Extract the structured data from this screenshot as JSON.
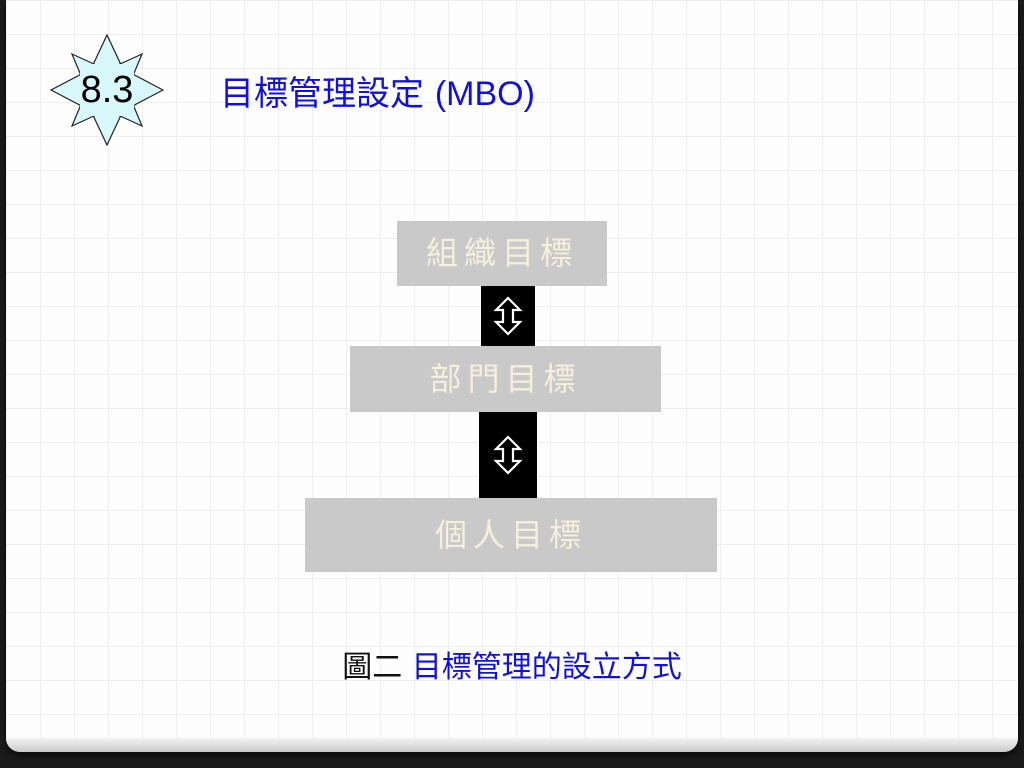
{
  "badge": {
    "label": "8.3"
  },
  "title": {
    "main": "目標管理設定",
    "suffix": "(MBO)"
  },
  "diagram": {
    "levels": [
      {
        "label": "組織目標"
      },
      {
        "label": "部門目標"
      },
      {
        "label": "個人目標"
      }
    ],
    "connector_icon": "up-down-arrow-icon"
  },
  "caption": {
    "prefix": "圖二",
    "text": "目標管理的設立方式"
  },
  "colors": {
    "title": "#1212d6",
    "badge_fill": "#d9f8fb",
    "box_fill": "#c9c9c9",
    "box_text": "#f4f0dc",
    "connector": "#000000"
  }
}
